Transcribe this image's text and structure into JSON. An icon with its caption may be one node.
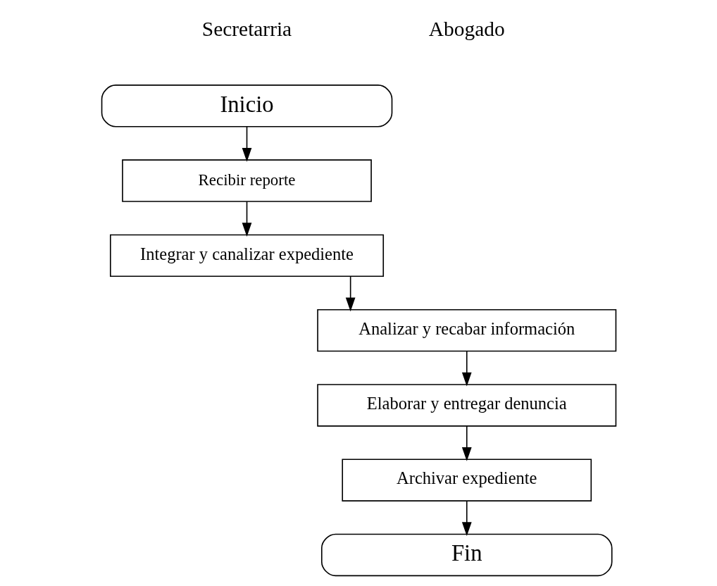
{
  "diagram": {
    "nodes": [
      {
        "text": [
          "Inicio"
        ]
      },
      {
        "text": [
          "Recibir reporte"
        ]
      },
      {
        "text": [
          "Integrar y canalizar expediente"
        ]
      },
      {
        "text": [
          "Analizar y recabar información"
        ]
      },
      {
        "text": [
          "Elaborar y entregar denuncia"
        ]
      },
      {
        "text": [
          "Archivar expediente"
        ]
      },
      {
        "text": [
          "Fin"
        ]
      }
    ],
    "edges": [
      {
        "from": 0,
        "to": 1,
        "arrow": "to"
      },
      {
        "from": 1,
        "to": 2,
        "arrow": "to"
      },
      {
        "from": 2,
        "to": 3,
        "arrow": "to"
      },
      {
        "from": 3,
        "to": 4,
        "arrow": "to"
      },
      {
        "from": 4,
        "to": 5,
        "arrow": "to"
      },
      {
        "from": 5,
        "to": 6,
        "arrow": "to"
      }
    ],
    "labels": [
      "Secretarria",
      "Abogado"
    ]
  }
}
